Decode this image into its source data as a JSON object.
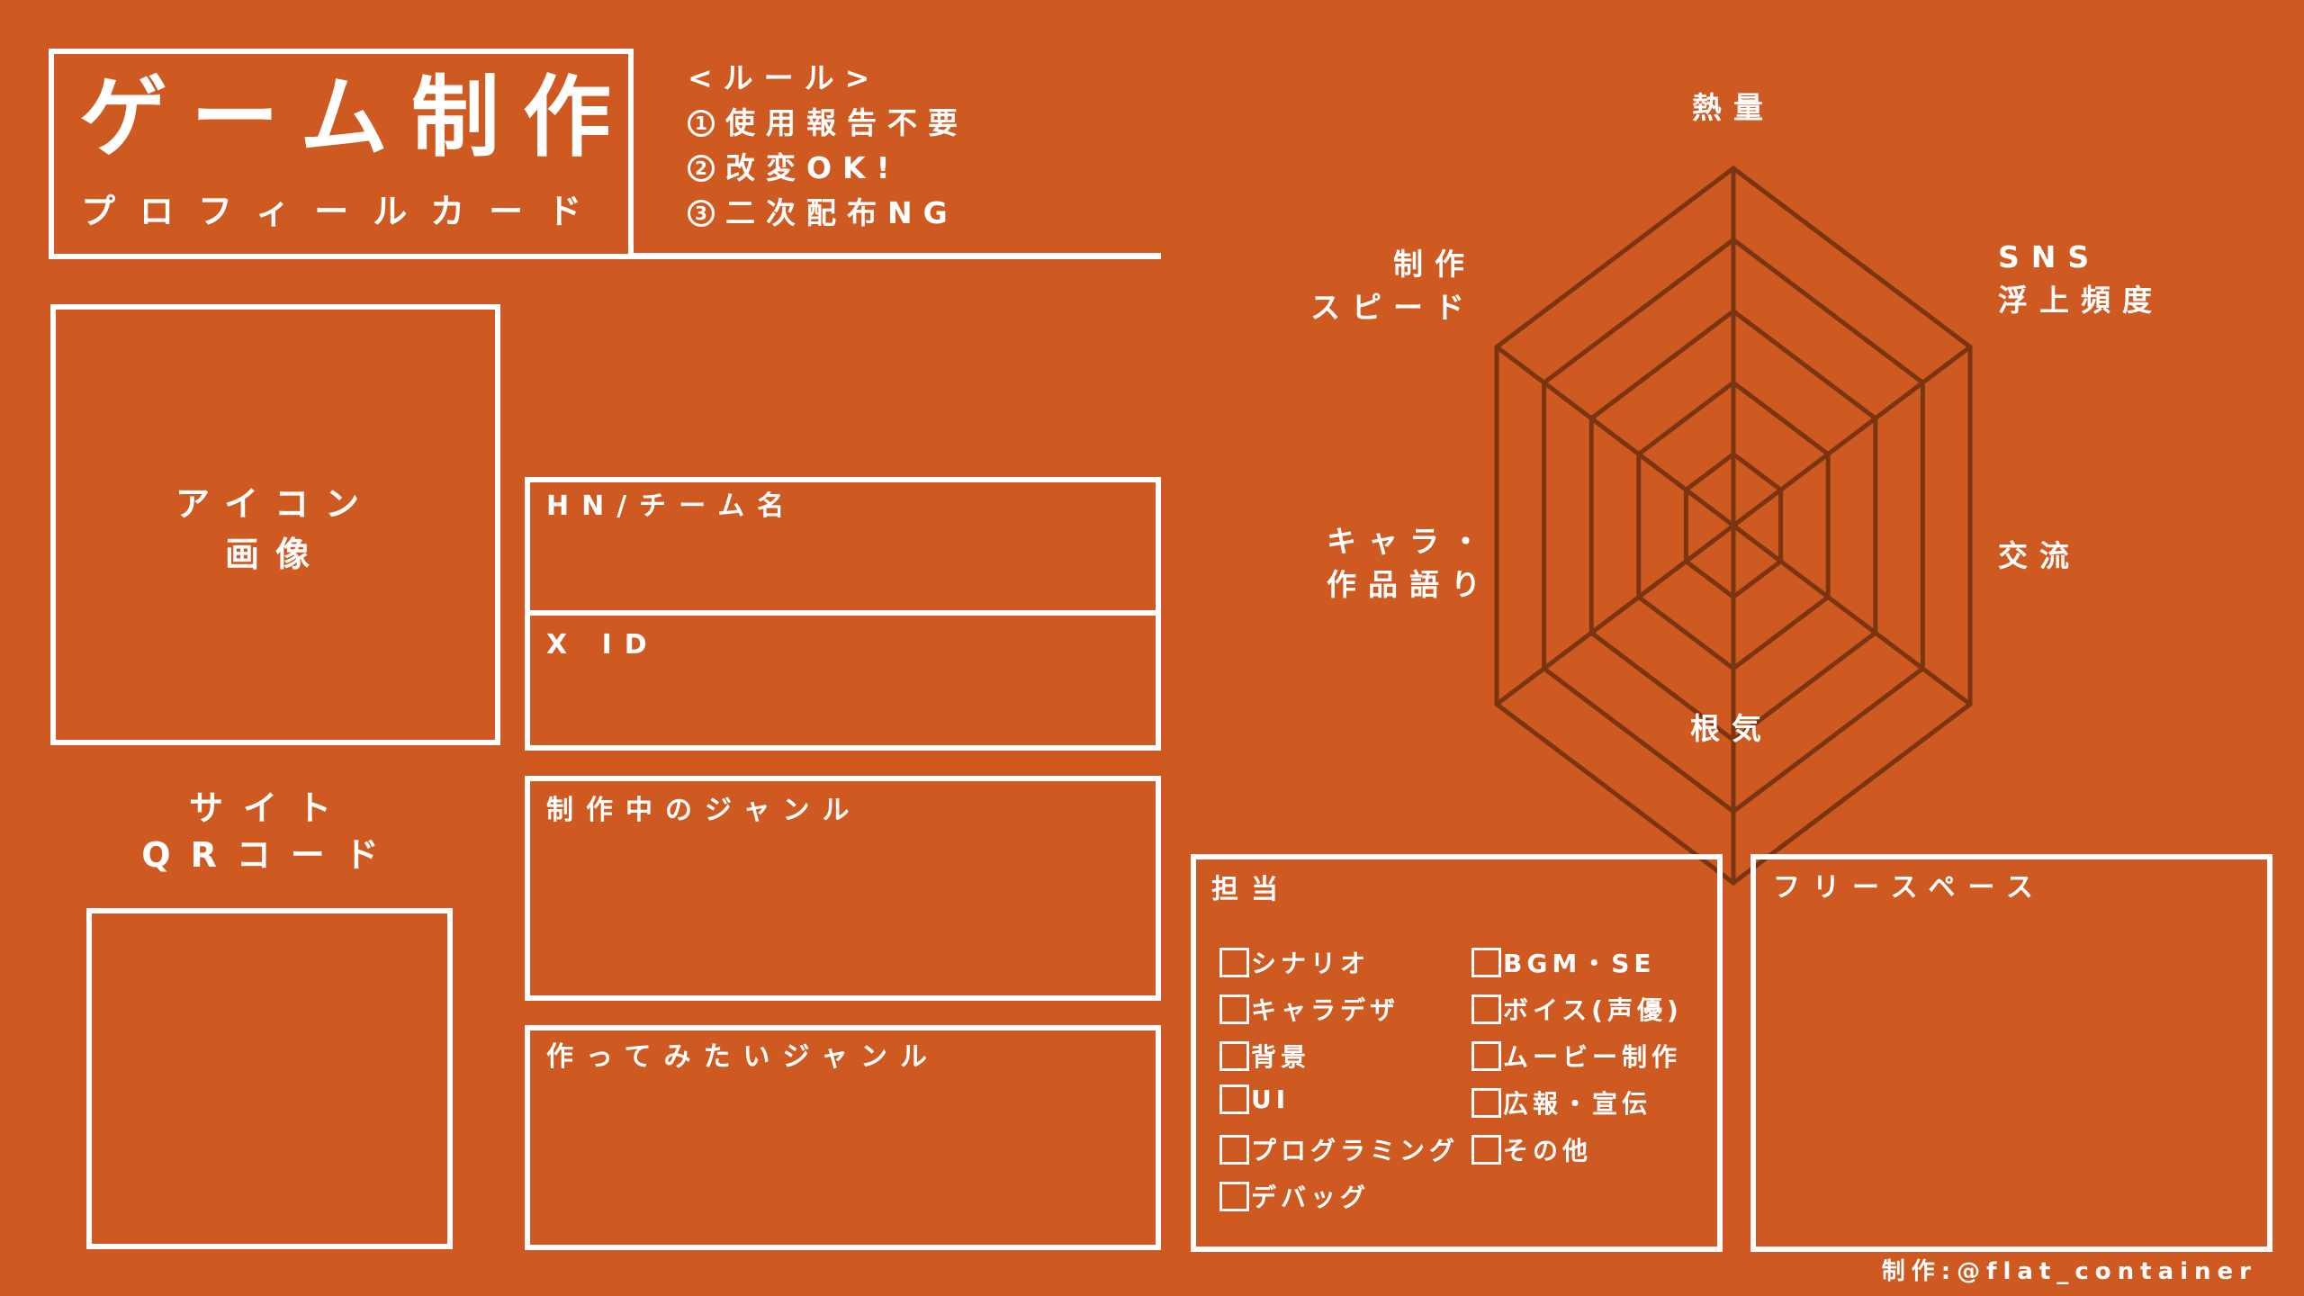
{
  "header": {
    "title": "ゲーム制作",
    "subtitle": "プロフィールカード"
  },
  "rules": {
    "heading": "<ルール>",
    "items": [
      {
        "num": "1",
        "text": "使用報告不要"
      },
      {
        "num": "2",
        "text": "改変OK!"
      },
      {
        "num": "3",
        "text": "二次配布NG"
      }
    ]
  },
  "icon": {
    "line1": "アイコン",
    "line2": "画像"
  },
  "qr": {
    "line1": "サイト",
    "line2": "QRコード"
  },
  "fields": {
    "hn_label": "HN/チーム名",
    "hn_value": "",
    "xid_label": "X ID",
    "xid_value": "",
    "genre_now_label": "制作中のジャンル",
    "genre_now_value": "",
    "genre_want_label": "作ってみたいジャンル",
    "genre_want_value": ""
  },
  "chart_data": {
    "type": "radar",
    "title": "",
    "axes": [
      "熱量",
      "SNS浮上頻度",
      "交流",
      "根気",
      "キャラ・作品語り",
      "制作スピード"
    ],
    "axis_label_lines": [
      [
        "熱量"
      ],
      [
        "SNS",
        "浮上頻度"
      ],
      [
        "交流"
      ],
      [
        "根気"
      ],
      [
        "キャラ・",
        "作品語り"
      ],
      [
        "制作",
        "スピード"
      ]
    ],
    "rings": 5,
    "values": [],
    "grid": true,
    "colors": {
      "grid": "#7a3410",
      "labels": "#ffffff"
    }
  },
  "roles": {
    "title": "担当",
    "left": [
      {
        "label": "シナリオ",
        "checked": false
      },
      {
        "label": "キャラデザ",
        "checked": false
      },
      {
        "label": "背景",
        "checked": false
      },
      {
        "label": "UI",
        "checked": false
      },
      {
        "label": "プログラミング",
        "checked": false
      },
      {
        "label": "デバッグ",
        "checked": false
      }
    ],
    "right": [
      {
        "label": "BGM・SE",
        "checked": false
      },
      {
        "label": "ボイス(声優)",
        "checked": false
      },
      {
        "label": "ムービー制作",
        "checked": false
      },
      {
        "label": "広報・宣伝",
        "checked": false
      },
      {
        "label": "その他",
        "checked": false
      }
    ]
  },
  "free_space": {
    "label": "フリースペース",
    "value": ""
  },
  "credit": "制作:@flat_container",
  "colors": {
    "background": "#cf5a21",
    "lines": "#ffffff",
    "radar_grid": "#7a3410"
  }
}
